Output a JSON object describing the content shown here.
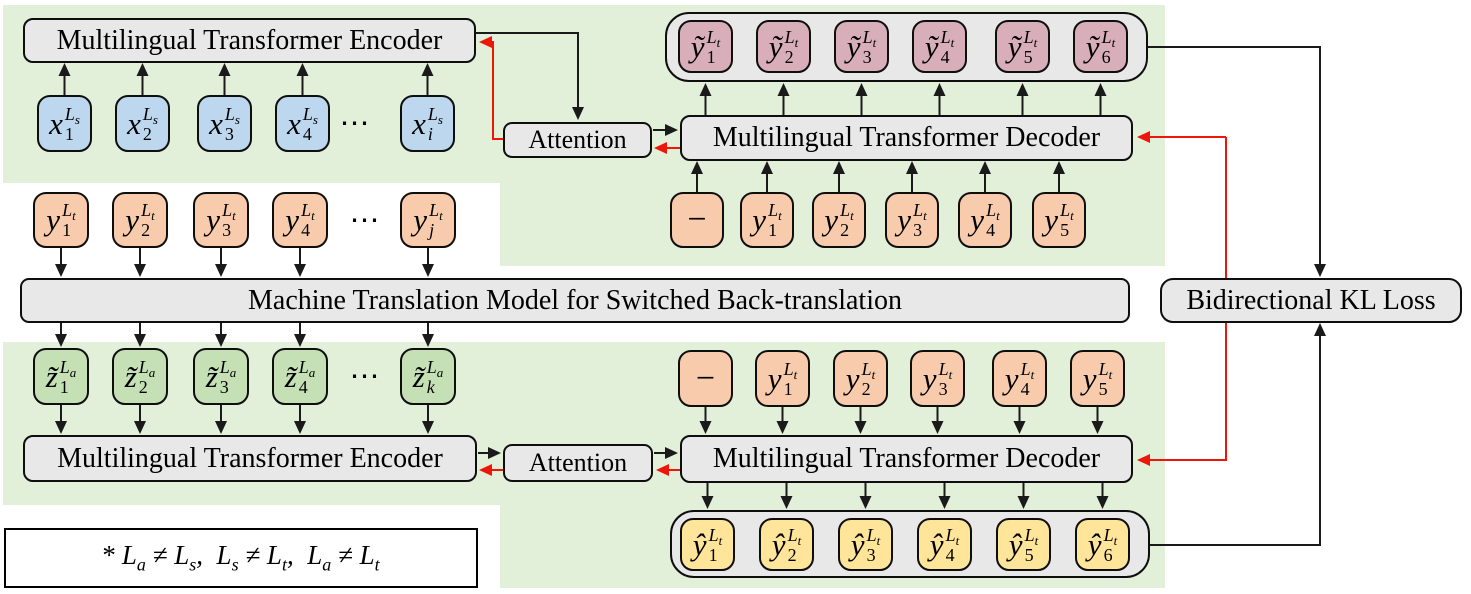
{
  "modules": {
    "encoder_top": "Multilingual Transformer Encoder",
    "attention_top": "Attention",
    "decoder_top": "Multilingual Transformer Decoder",
    "mt_model": "Machine Translation Model for Switched Back-translation",
    "kl_loss": "Bidirectional KL Loss",
    "encoder_bottom": "Multilingual Transformer Encoder",
    "attention_bottom": "Attention",
    "decoder_bottom": "Multilingual Transformer Decoder"
  },
  "note": {
    "prefix": "*",
    "constraints": [
      {
        "left": "L",
        "left_sub": "a",
        "op": "≠",
        "right": "L",
        "right_sub": "s"
      },
      {
        "left": "L",
        "left_sub": "s",
        "op": "≠",
        "right": "L",
        "right_sub": "t"
      },
      {
        "left": "L",
        "left_sub": "a",
        "op": "≠",
        "right": "L",
        "right_sub": "t"
      }
    ]
  },
  "token_rows": {
    "source_x": {
      "fill": "#bdd7ee",
      "ellipsis": "⋯",
      "tokens": [
        {
          "base": "x",
          "sub": "1",
          "sup": "L",
          "sup_sub": "s"
        },
        {
          "base": "x",
          "sub": "2",
          "sup": "L",
          "sup_sub": "s"
        },
        {
          "base": "x",
          "sub": "3",
          "sup": "L",
          "sup_sub": "s"
        },
        {
          "base": "x",
          "sub": "4",
          "sup": "L",
          "sup_sub": "s"
        },
        {
          "base": "x",
          "sub": "i",
          "sup": "L",
          "sup_sub": "s"
        }
      ]
    },
    "y_mid": {
      "fill": "#f8cbad",
      "ellipsis": "⋯",
      "tokens": [
        {
          "base": "y",
          "sub": "1",
          "sup": "L",
          "sup_sub": "t"
        },
        {
          "base": "y",
          "sub": "2",
          "sup": "L",
          "sup_sub": "t"
        },
        {
          "base": "y",
          "sub": "3",
          "sup": "L",
          "sup_sub": "t"
        },
        {
          "base": "y",
          "sub": "4",
          "sup": "L",
          "sup_sub": "t"
        },
        {
          "base": "y",
          "sub": "j",
          "sup": "L",
          "sup_sub": "t"
        }
      ]
    },
    "z_row": {
      "fill": "#c5e0b4",
      "ellipsis": "⋯",
      "tokens": [
        {
          "base": "z̃",
          "sub": "1",
          "sup": "L",
          "sup_sub": "a"
        },
        {
          "base": "z̃",
          "sub": "2",
          "sup": "L",
          "sup_sub": "a"
        },
        {
          "base": "z̃",
          "sub": "3",
          "sup": "L",
          "sup_sub": "a"
        },
        {
          "base": "z̃",
          "sub": "4",
          "sup": "L",
          "sup_sub": "a"
        },
        {
          "base": "z̃",
          "sub": "k",
          "sup": "L",
          "sup_sub": "a"
        }
      ]
    },
    "dec_top_in": {
      "fill": "#f8cbad",
      "tokens": [
        {
          "base": "−"
        },
        {
          "base": "y",
          "sub": "1",
          "sup": "L",
          "sup_sub": "t"
        },
        {
          "base": "y",
          "sub": "2",
          "sup": "L",
          "sup_sub": "t"
        },
        {
          "base": "y",
          "sub": "3",
          "sup": "L",
          "sup_sub": "t"
        },
        {
          "base": "y",
          "sub": "4",
          "sup": "L",
          "sup_sub": "t"
        },
        {
          "base": "y",
          "sub": "5",
          "sup": "L",
          "sup_sub": "t"
        }
      ]
    },
    "dec_bot_in": {
      "fill": "#f8cbad",
      "tokens": [
        {
          "base": "−"
        },
        {
          "base": "y",
          "sub": "1",
          "sup": "L",
          "sup_sub": "t"
        },
        {
          "base": "y",
          "sub": "2",
          "sup": "L",
          "sup_sub": "t"
        },
        {
          "base": "y",
          "sub": "3",
          "sup": "L",
          "sup_sub": "t"
        },
        {
          "base": "y",
          "sub": "4",
          "sup": "L",
          "sup_sub": "t"
        },
        {
          "base": "y",
          "sub": "5",
          "sup": "L",
          "sup_sub": "t"
        }
      ]
    },
    "y_tilde": {
      "fill": "#d9aebb",
      "tokens": [
        {
          "base": "ỹ",
          "sub": "1",
          "sup": "L",
          "sup_sub": "t"
        },
        {
          "base": "ỹ",
          "sub": "2",
          "sup": "L",
          "sup_sub": "t"
        },
        {
          "base": "ỹ",
          "sub": "3",
          "sup": "L",
          "sup_sub": "t"
        },
        {
          "base": "ỹ",
          "sub": "4",
          "sup": "L",
          "sup_sub": "t"
        },
        {
          "base": "ỹ",
          "sub": "5",
          "sup": "L",
          "sup_sub": "t"
        },
        {
          "base": "ỹ",
          "sub": "6",
          "sup": "L",
          "sup_sub": "t"
        }
      ]
    },
    "y_hat": {
      "fill": "#ffe599",
      "tokens": [
        {
          "base": "ŷ",
          "sub": "1",
          "sup": "L",
          "sup_sub": "t"
        },
        {
          "base": "ŷ",
          "sub": "2",
          "sup": "L",
          "sup_sub": "t"
        },
        {
          "base": "ŷ",
          "sub": "3",
          "sup": "L",
          "sup_sub": "t"
        },
        {
          "base": "ŷ",
          "sub": "4",
          "sup": "L",
          "sup_sub": "t"
        },
        {
          "base": "ŷ",
          "sub": "5",
          "sup": "L",
          "sup_sub": "t"
        },
        {
          "base": "ŷ",
          "sub": "6",
          "sup": "L",
          "sup_sub": "t"
        }
      ]
    }
  },
  "colors": {
    "panel_green": "#e2efd9",
    "module_gray": "#e8e8e8",
    "token_blue": "#bdd7ee",
    "token_orange": "#f8cbad",
    "token_green": "#c5e0b4",
    "token_pink": "#d9aebb",
    "token_yellow": "#ffe599",
    "arrow_black": "#1a1a1a",
    "arrow_red": "#ee1509"
  }
}
